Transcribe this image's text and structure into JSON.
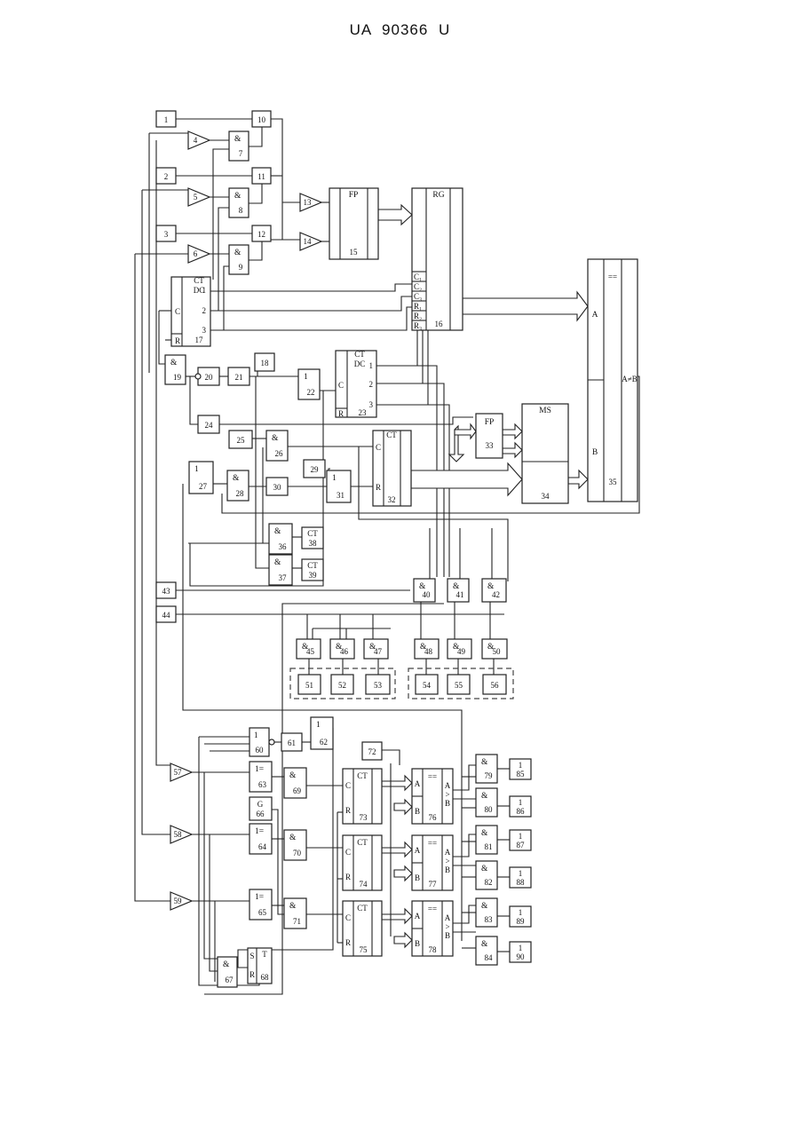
{
  "header": "UA 90366 U",
  "blocks": {
    "b1": "1",
    "b2": "2",
    "b3": "3",
    "b4": "4",
    "b5": "5",
    "b6": "6",
    "b7": "7",
    "b8": "8",
    "b9": "9",
    "b10": "10",
    "b11": "11",
    "b12": "12",
    "b13": "13",
    "b14": "14",
    "b15": "15",
    "b16": "16",
    "b17": "17",
    "b18": "18",
    "b19": "19",
    "b20": "20",
    "b21": "21",
    "b22": "22",
    "b23": "23",
    "b24": "24",
    "b25": "25",
    "b26": "26",
    "b27": "27",
    "b28": "28",
    "b29": "29",
    "b30": "30",
    "b31": "31",
    "b32": "32",
    "b33": "33",
    "b34": "34",
    "b35": "35",
    "b36": "36",
    "b37": "37",
    "b38": "38",
    "b39": "39",
    "b40": "40",
    "b41": "41",
    "b42": "42",
    "b43": "43",
    "b44": "44",
    "b45": "45",
    "b46": "46",
    "b47": "47",
    "b48": "48",
    "b49": "49",
    "b50": "50",
    "b51": "51",
    "b52": "52",
    "b53": "53",
    "b54": "54",
    "b55": "55",
    "b56": "56",
    "b57": "57",
    "b58": "58",
    "b59": "59",
    "b60": "60",
    "b61": "61",
    "b62": "62",
    "b63": "63",
    "b64": "64",
    "b65": "65",
    "b66": "66",
    "b67": "67",
    "b68": "68",
    "b69": "69",
    "b70": "70",
    "b71": "71",
    "b72": "72",
    "b73": "73",
    "b74": "74",
    "b75": "75",
    "b76": "76",
    "b77": "77",
    "b78": "78",
    "b79": "79",
    "b80": "80",
    "b81": "81",
    "b82": "82",
    "b83": "83",
    "b84": "84",
    "b85": "85",
    "b86": "86",
    "b87": "87",
    "b88": "88",
    "b89": "89",
    "b90": "90"
  },
  "labels": {
    "and": "&",
    "or": "1",
    "ct": "CT",
    "dc": "DC",
    "fp": "FP",
    "rg": "RG",
    "ms": "MS",
    "c": "C",
    "r": "R",
    "s": "S",
    "t": "T",
    "a": "A",
    "b": "B",
    "g": "G",
    "eq": "==",
    "ne": "A≠B",
    "xor": "1=",
    "one": "1",
    "gt_a": "A",
    ">": ">",
    "gt_b": "B",
    "c1": "C₁",
    "c2": "C₂",
    "c3": "C₃",
    "r1": "R₁",
    "r2": "R₂",
    "r3": "R₃",
    "o1": "1",
    "o2": "2",
    "o3": "3"
  }
}
